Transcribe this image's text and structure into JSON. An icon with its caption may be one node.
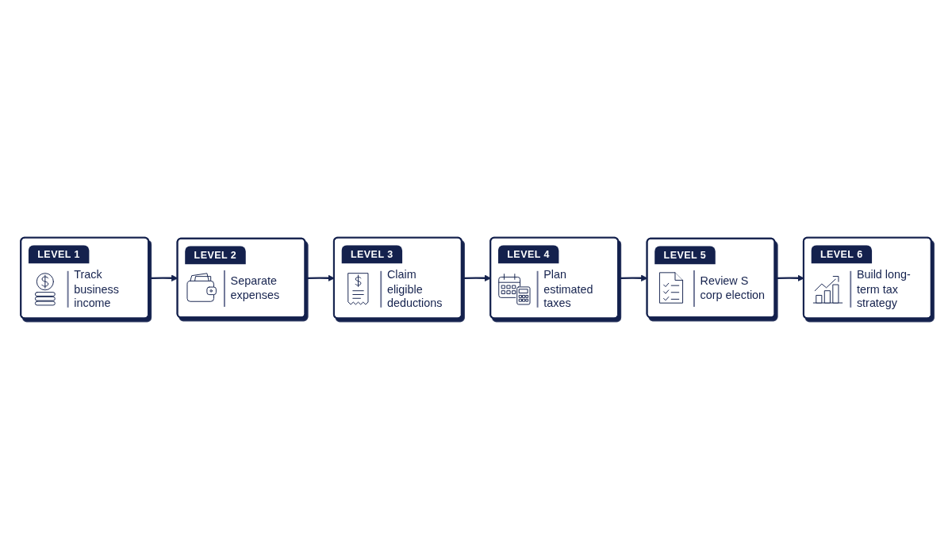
{
  "diagram": {
    "nodes": [
      {
        "text": [
          "LEVEL 1",
          "Track business income"
        ]
      },
      {
        "text": [
          "LEVEL 2",
          "Separate expenses"
        ]
      },
      {
        "text": [
          "LEVEL 3",
          "Claim eligible deductions"
        ]
      },
      {
        "text": [
          "LEVEL 4",
          "Plan estimated taxes"
        ]
      },
      {
        "text": [
          "LEVEL 5",
          "Review S corp election"
        ]
      },
      {
        "text": [
          "LEVEL 6",
          "Build long-term tax strategy"
        ]
      }
    ],
    "edges": [
      {
        "from": 0,
        "to": 1,
        "arrow": "to"
      },
      {
        "from": 1,
        "to": 2,
        "arrow": "to"
      },
      {
        "from": 2,
        "to": 3,
        "arrow": "to"
      },
      {
        "from": 3,
        "to": 4,
        "arrow": "to"
      },
      {
        "from": 4,
        "to": 5,
        "arrow": "to"
      }
    ]
  }
}
